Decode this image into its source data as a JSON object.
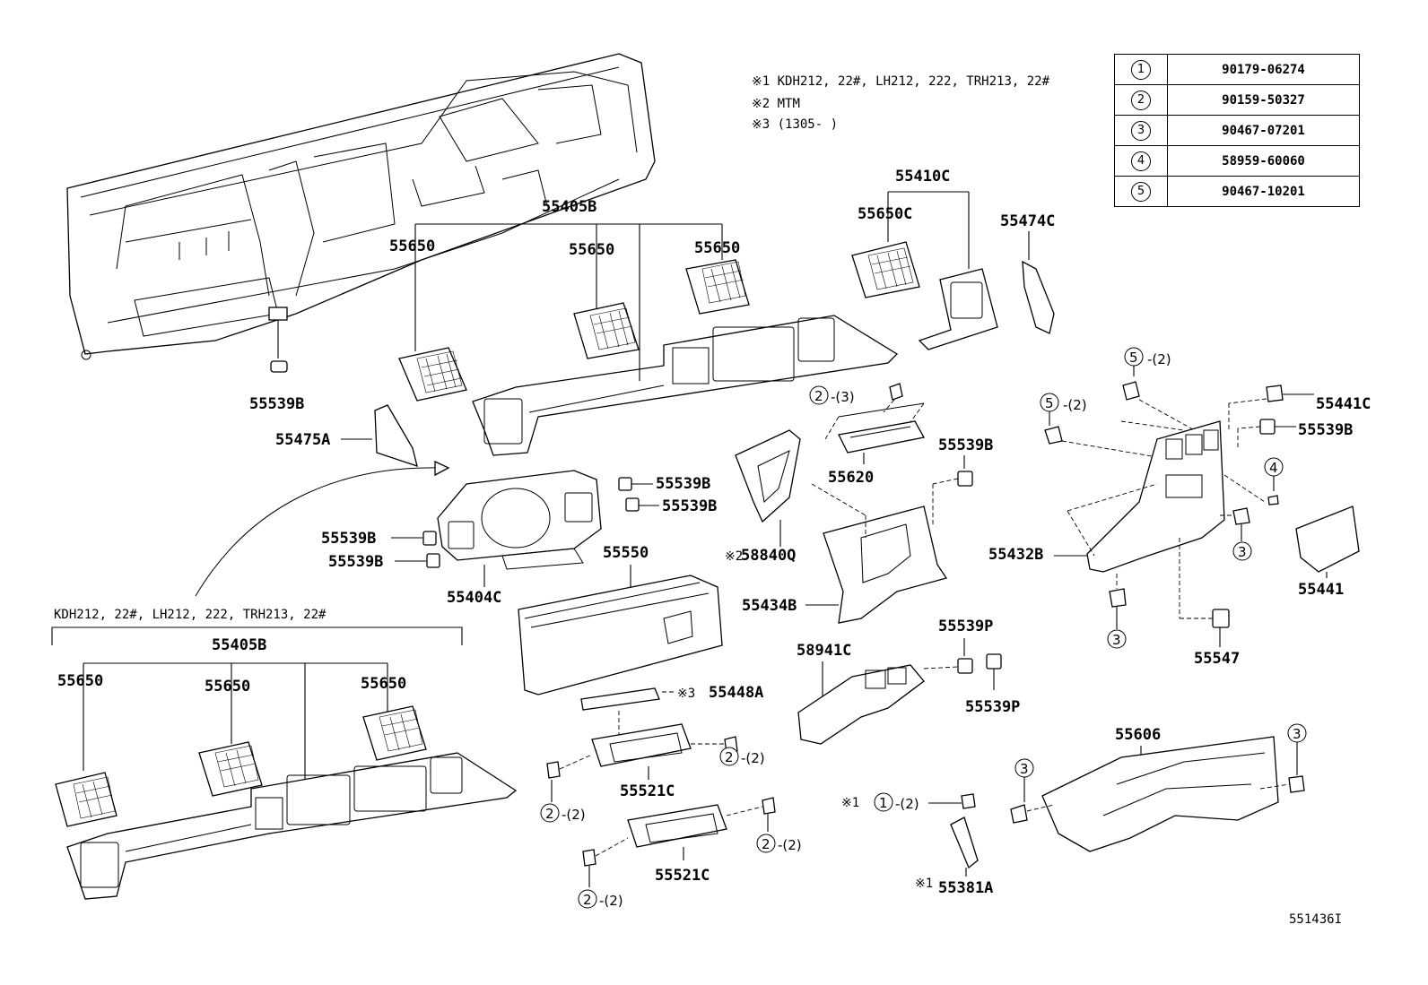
{
  "notes": {
    "note1": "※1 KDH212, 22#, LH212, 222, TRH213, 22#",
    "note2": "※2 MTM",
    "note3": "※3 (1305-       )"
  },
  "parts_table": [
    {
      "index": "1",
      "part_no": "90179-06274"
    },
    {
      "index": "2",
      "part_no": "90159-50327"
    },
    {
      "index": "3",
      "part_no": "90467-07201"
    },
    {
      "index": "4",
      "part_no": "58959-60060"
    },
    {
      "index": "5",
      "part_no": "90467-10201"
    }
  ],
  "variant_label": "KDH212, 22#, LH212, 222, TRH213, 22#",
  "labels": {
    "p55539B_top": "55539B",
    "p55475A": "55475A",
    "p55405B_top": "55405B",
    "p55650_a": "55650",
    "p55650_b": "55650",
    "p55650_c": "55650",
    "p55410C": "55410C",
    "p55650C": "55650C",
    "p55474C": "55474C",
    "p55539B_r1": "55539B",
    "p55539B_r2": "55539B",
    "p55539B_l1": "55539B",
    "p55539B_l2": "55539B",
    "p55404C": "55404C",
    "p55550": "55550",
    "p55448A": "55448A",
    "p55521C_1": "55521C",
    "p55521C_2": "55521C",
    "p58840Q": "58840Q",
    "p55620": "55620",
    "p55539B_mid": "55539B",
    "p55434B": "55434B",
    "p58941C": "58941C",
    "p55539P_1": "55539P",
    "p55539P_2": "55539P",
    "p55381A": "55381A",
    "p55606": "55606",
    "p55441C": "55441C",
    "p55539B_far": "55539B",
    "p55432B": "55432B",
    "p55441": "55441",
    "p55547": "55547",
    "p55405B_bot": "55405B",
    "p55650_d": "55650",
    "p55650_e": "55650",
    "p55650_f": "55650",
    "fig_id": "551436I"
  },
  "markers": {
    "m_2_3": "-(3)",
    "m_5_a": "-(2)",
    "m_5_b": "-(2)",
    "m_2_a": "-(2)",
    "m_2_b": "-(2)",
    "m_2_c": "-(2)",
    "m_2_d": "-(2)",
    "m_1": "-(2)",
    "ref1": "※1",
    "ref1b": "※1",
    "ref2": "※2",
    "ref3": "※3"
  }
}
